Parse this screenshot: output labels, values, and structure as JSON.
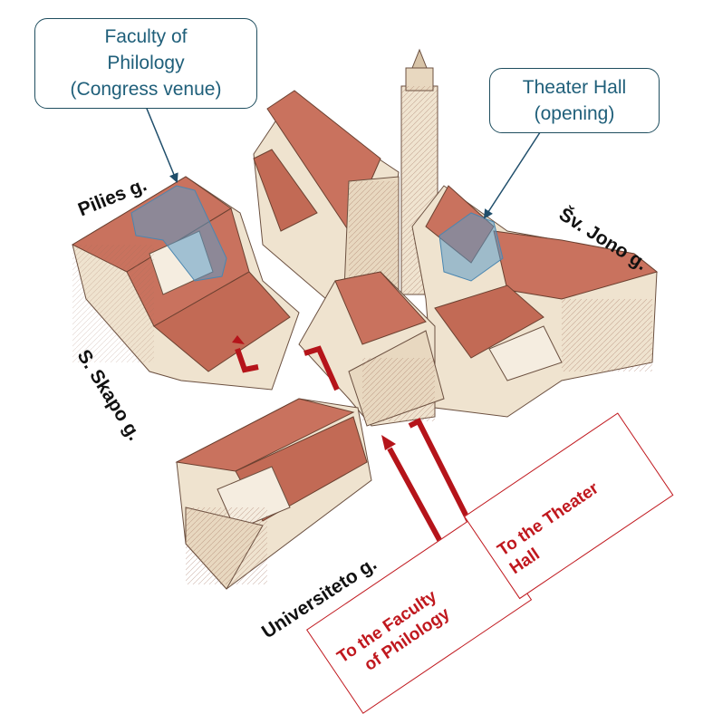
{
  "callouts": {
    "philology": {
      "lines": [
        "Faculty of",
        "Philology",
        "(Congress venue)"
      ]
    },
    "theater": {
      "lines": [
        "Theater Hall",
        "(opening)"
      ]
    }
  },
  "streets": {
    "pilies": "Pilies g.",
    "sv_jono": "Šv. Jono g.",
    "s_skapo": "S. Skapo g.",
    "universiteto": "Universiteto g."
  },
  "routes": {
    "philology": {
      "lines": [
        "To the Faculty",
        "of Philology"
      ]
    },
    "theater": {
      "lines": [
        "To the Theater",
        "Hall"
      ]
    }
  },
  "colors": {
    "callout_text": "#1f5f7a",
    "callout_border": "#1f4e5f",
    "highlight": "#5b9bc7",
    "route_red": "#c0181e",
    "roof": "#c9725e",
    "wall": "#efe3cf"
  },
  "icons": [
    "route-arrow-icon",
    "leader-arrow-icon"
  ]
}
